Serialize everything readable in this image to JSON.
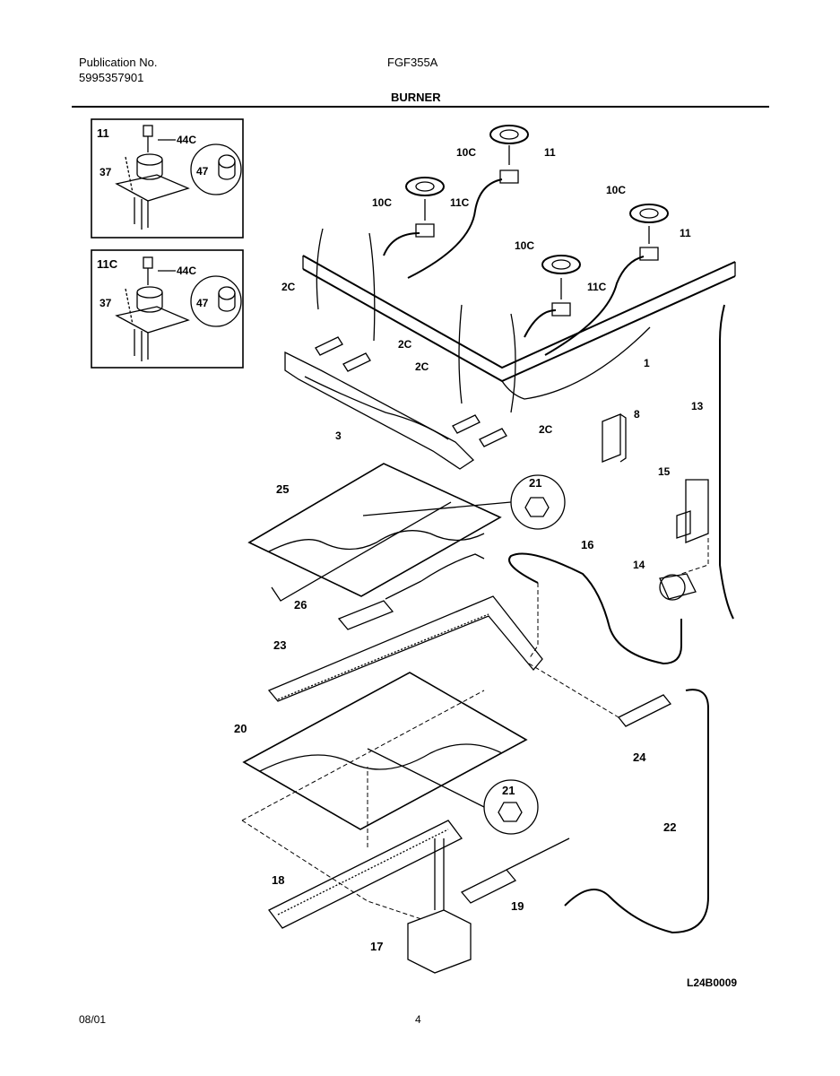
{
  "header": {
    "publication_label": "Publication No.",
    "publication_number": "5995357901",
    "model": "FGF355A",
    "section_title": "BURNER"
  },
  "inset_top": {
    "label": "11",
    "parts": [
      "44C",
      "37",
      "47"
    ]
  },
  "inset_bottom": {
    "label": "11C",
    "parts": [
      "44C",
      "37",
      "47"
    ]
  },
  "callouts": {
    "c10c_a": "10C",
    "c11_a": "11",
    "c10c_b": "10C",
    "c11c_a": "11C",
    "c10c_c": "10C",
    "c11_b": "11",
    "c10c_d": "10C",
    "c11c_b": "11C",
    "c2c_a": "2C",
    "c2c_b": "2C",
    "c2c_c": "2C",
    "c2c_d": "2C",
    "c1": "1",
    "c3": "3",
    "c13": "13",
    "c8": "8",
    "c15": "15",
    "c25": "25",
    "c21_a": "21",
    "c16": "16",
    "c14": "14",
    "c26": "26",
    "c23": "23",
    "c24": "24",
    "c20": "20",
    "c21_b": "21",
    "c22": "22",
    "c18": "18",
    "c19": "19",
    "c17": "17"
  },
  "drawing_code": "L24B0009",
  "footer": {
    "date": "08/01",
    "page": "4"
  }
}
